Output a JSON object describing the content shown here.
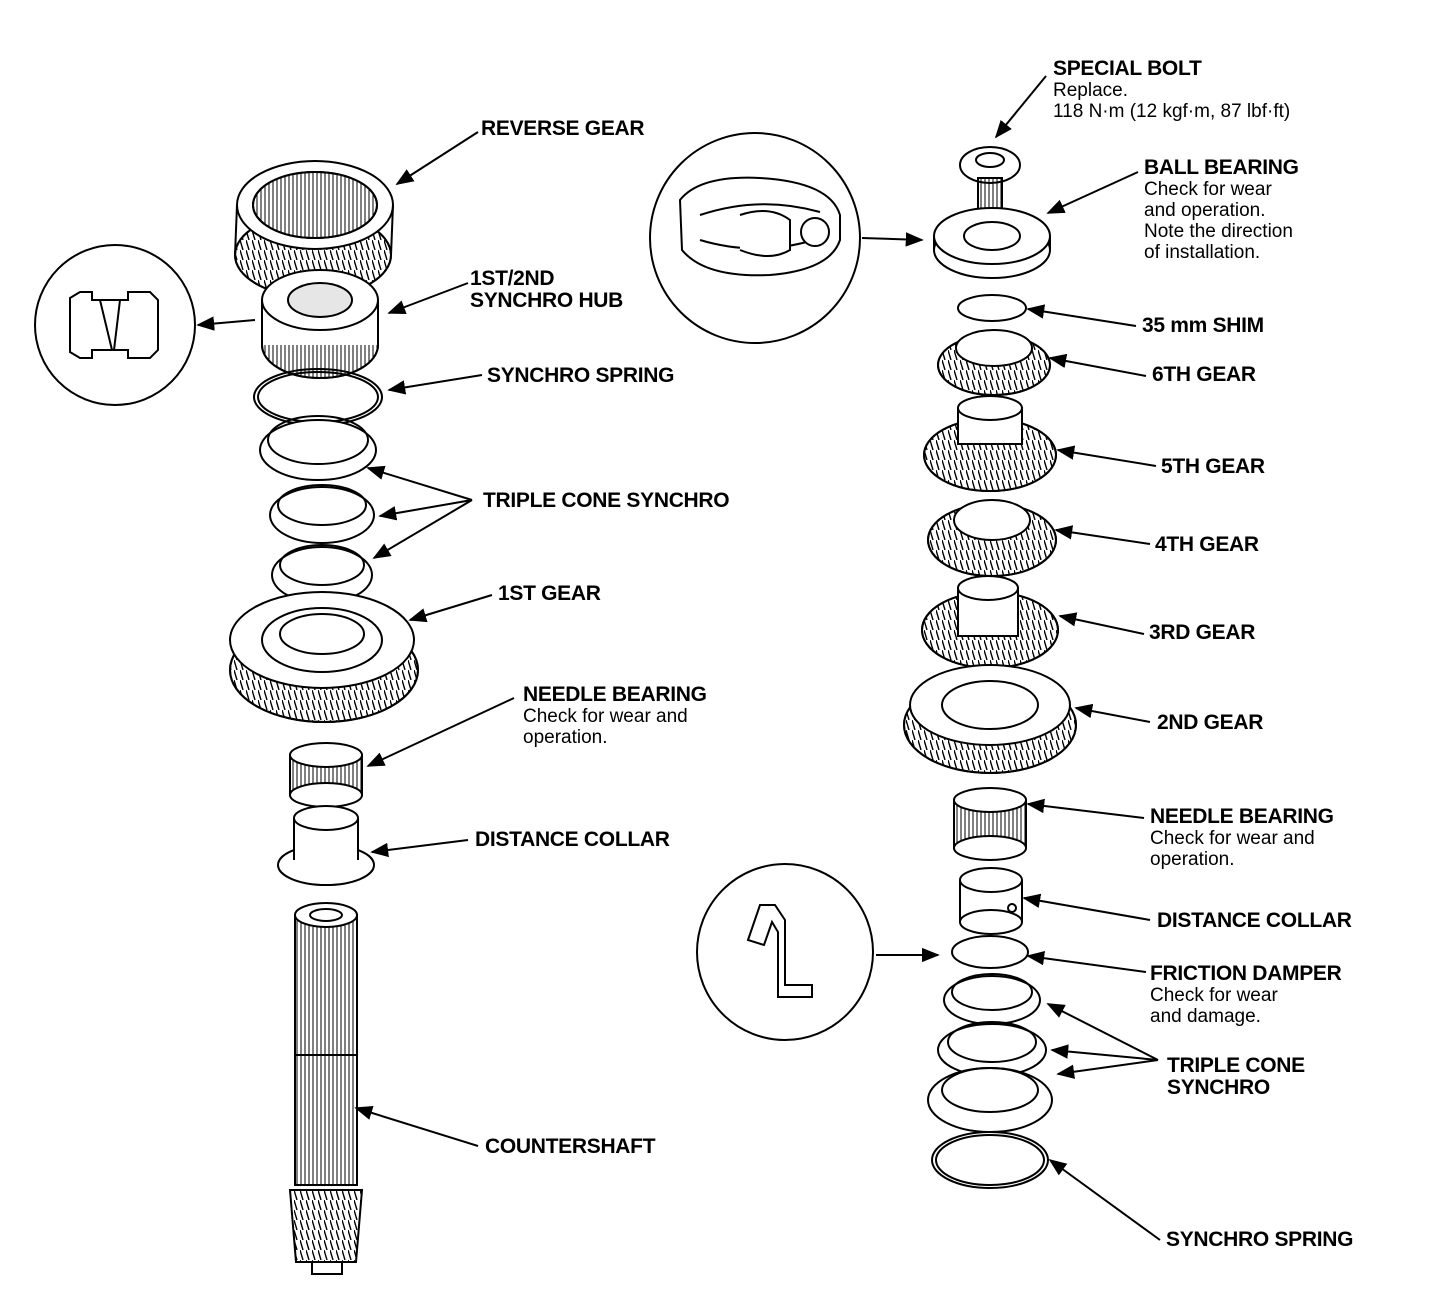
{
  "left_assembly": {
    "labels": {
      "reverse_gear": "REVERSE GEAR",
      "synchro_hub_line1": "1ST/2ND",
      "synchro_hub_line2": "SYNCHRO HUB",
      "synchro_spring": "SYNCHRO SPRING",
      "triple_cone_synchro": "TRIPLE CONE SYNCHRO",
      "first_gear": "1ST GEAR",
      "needle_bearing": "NEEDLE BEARING",
      "needle_bearing_note1": "Check for wear and",
      "needle_bearing_note2": "operation.",
      "distance_collar": "DISTANCE COLLAR",
      "countershaft": "COUNTERSHAFT"
    }
  },
  "right_assembly": {
    "labels": {
      "special_bolt": "SPECIAL BOLT",
      "special_bolt_note1": "Replace.",
      "special_bolt_note2": "118 N·m (12 kgf·m, 87 lbf·ft)",
      "ball_bearing": "BALL BEARING",
      "ball_bearing_note1": "Check for wear",
      "ball_bearing_note2": "and operation.",
      "ball_bearing_note3": "Note the direction",
      "ball_bearing_note4": "of installation.",
      "shim": "35 mm SHIM",
      "sixth_gear": "6TH GEAR",
      "fifth_gear": "5TH GEAR",
      "fourth_gear": "4TH GEAR",
      "third_gear": "3RD GEAR",
      "second_gear": "2ND GEAR",
      "needle_bearing": "NEEDLE BEARING",
      "needle_bearing_note1": "Check for wear and",
      "needle_bearing_note2": "operation.",
      "distance_collar": "DISTANCE COLLAR",
      "friction_damper": "FRICTION DAMPER",
      "friction_damper_note1": "Check for wear",
      "friction_damper_note2": "and damage.",
      "triple_cone_line1": "TRIPLE CONE",
      "triple_cone_line2": "SYNCHRO",
      "synchro_spring": "SYNCHRO SPRING"
    }
  },
  "colors": {
    "ink": "#000000",
    "paper": "#ffffff",
    "shade": "#d9d9d9"
  }
}
